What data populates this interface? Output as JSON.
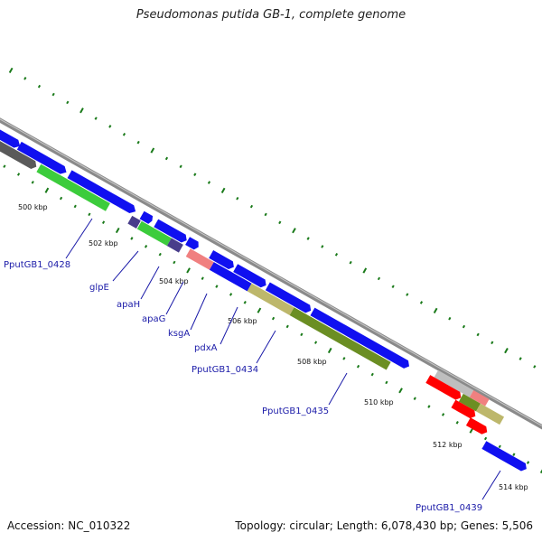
{
  "map": {
    "title": "Pseudomonas putida GB-1, complete genome",
    "accession_label": "Accession: NC_010322",
    "summary_label": "Topology: circular; Length: 6,078,430 bp; Genes: 5,506"
  },
  "scale_ticks": [
    "500 kbp",
    "502 kbp",
    "504 kbp",
    "506 kbp",
    "508 kbp",
    "510 kbp",
    "512 kbp",
    "514 kbp"
  ],
  "gene_labels": [
    "PputGB1_0428",
    "glpE",
    "apaH",
    "apaG",
    "ksgA",
    "pdxA",
    "PputGB1_0434",
    "PputGB1_0435",
    "PputGB1_0439"
  ],
  "colors": {
    "backbone": "#8a8a8a",
    "cds_forward": "#1010f0",
    "cds_dark": "#5a5a5a",
    "green": "#3ccc3c",
    "olive": "#6b8e23",
    "khaki": "#bdb76b",
    "salmon": "#f08080",
    "indigo": "#483d8b",
    "red": "#ff0000",
    "silver": "#bebebe",
    "tick": "#1a7a1a",
    "label": "#1a1aa8"
  }
}
